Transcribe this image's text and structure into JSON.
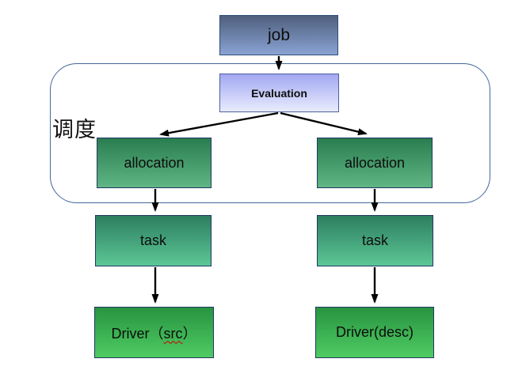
{
  "diagram": {
    "group": {
      "label": "调度"
    },
    "nodes": {
      "job": {
        "label": "job"
      },
      "evaluation": {
        "label": "Evaluation"
      },
      "allocation_left": {
        "label": "allocation"
      },
      "allocation_right": {
        "label": "allocation"
      },
      "task_left": {
        "label": "task"
      },
      "task_right": {
        "label": "task"
      },
      "driver_left": {
        "prefix": "Driver（",
        "misspelled_word": "src",
        "suffix": "）"
      },
      "driver_right": {
        "label": "Driver(desc)"
      }
    },
    "edges": [
      {
        "from": "job",
        "to": "evaluation"
      },
      {
        "from": "evaluation",
        "to": "allocation_left"
      },
      {
        "from": "evaluation",
        "to": "allocation_right"
      },
      {
        "from": "allocation_left",
        "to": "task_left"
      },
      {
        "from": "allocation_right",
        "to": "task_right"
      },
      {
        "from": "task_left",
        "to": "driver_left"
      },
      {
        "from": "task_right",
        "to": "driver_right"
      }
    ],
    "colors": {
      "background": "#ffffff",
      "group_border": "#44679c",
      "arrow": "#000000",
      "text": "#0d0d0d",
      "misspell_underline": "#cc0000",
      "job": {
        "top": "#4e5f7d",
        "bottom": "#8aa3d3",
        "border": "#2e4d7b"
      },
      "evaluation": {
        "top": "#a2a8f2",
        "bottom": "#e9ecfd",
        "border": "#4f5ea0"
      },
      "allocation": {
        "top": "#2a7d50",
        "bottom": "#5fb684",
        "border": "#1f3864"
      },
      "task": {
        "top": "#2c7e60",
        "bottom": "#5cc795",
        "border": "#1f3864"
      },
      "driver": {
        "top": "#289440",
        "bottom": "#4fcb63",
        "border": "#1f3864"
      }
    }
  }
}
